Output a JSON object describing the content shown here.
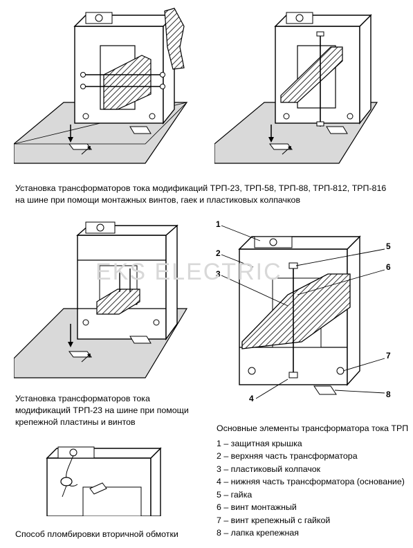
{
  "captions": {
    "top_line1": "Установка трансформаторов тока модификаций ТРП-23, ТРП-58, ТРП-88, ТРП-812, ТРП-816",
    "top_line2": "на шине при помощи монтажных винтов, гаек и пластиковых колпачков",
    "mid_line1": "Установка трансформаторов тока",
    "mid_line2": "модификаций ТРП-23 на шине при помощи",
    "mid_line3": "крепежной пластины и винтов",
    "bottom": "Способ пломбировки вторичной обмотки"
  },
  "watermark": "EKS ELECTRIC",
  "legend": {
    "title": "Основные элементы трансформатора тока ТРП",
    "items": [
      "1 – защитная крышка",
      "2 – верхняя часть трансформатора",
      "3 – пластиковый колпачок",
      "4 – нижняя часть трансформатора (основание)",
      "5 – гайка",
      "6 – винт монтажный",
      "7 – винт крепежный с гайкой",
      "8 – лапка крепежная"
    ]
  },
  "callouts": [
    "1",
    "2",
    "3",
    "4",
    "5",
    "6",
    "7",
    "8"
  ],
  "colors": {
    "line": "#000000",
    "fill": "#ffffff",
    "base": "#d9d9d9",
    "hatch": "#000000",
    "watermark": "#d8d8d8"
  }
}
